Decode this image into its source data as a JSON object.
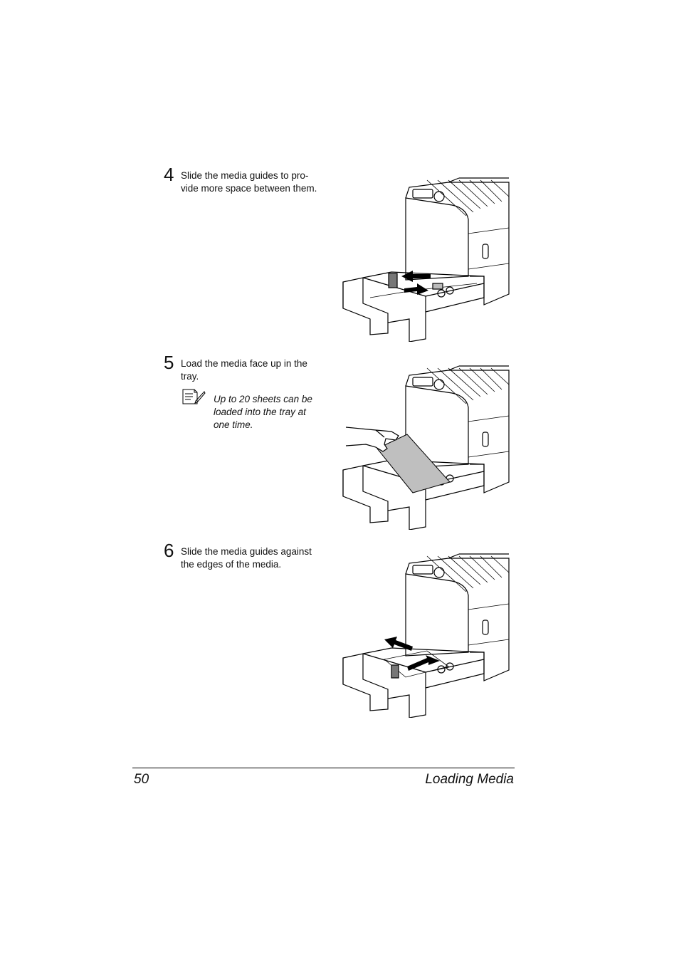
{
  "steps": [
    {
      "number": "4",
      "text_line1": "Slide the media guides to pro-",
      "text_line2": "vide more space between them."
    },
    {
      "number": "5",
      "text_line1": "Load the media face up in the",
      "text_line2": "tray.",
      "note": {
        "line1": "Up to 20 sheets can be",
        "line2": "loaded into the tray at",
        "line3": "one time."
      }
    },
    {
      "number": "6",
      "text_line1": "Slide the media guides against",
      "text_line2": "the edges of the media."
    }
  ],
  "footer": {
    "page_number": "50",
    "section_title": "Loading Media"
  },
  "icons": {
    "note": "note-pencil-icon"
  }
}
